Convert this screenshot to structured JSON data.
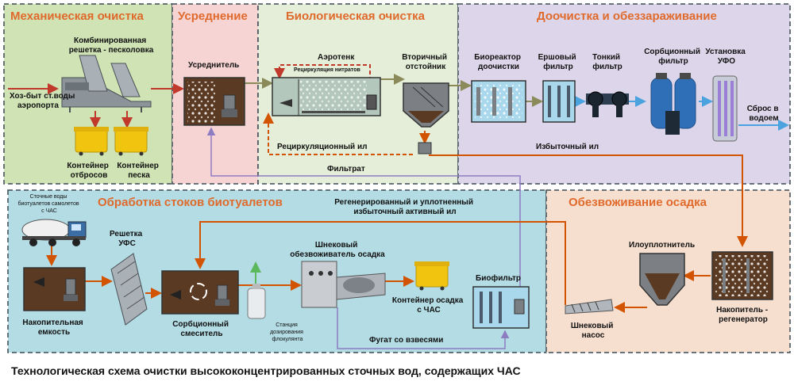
{
  "zones": {
    "mechanical": "Механическая очистка",
    "averaging": "Усреднение",
    "biological": "Биологическая очистка",
    "posttreatment": "Доочистка и обеззараживание",
    "biotoilet": "Обработка стоков биотуалетов",
    "dewatering": "Обезвоживание осадка"
  },
  "labels": {
    "screen": [
      "Комбинированная",
      "решетка - песколовка"
    ],
    "inlet": [
      "Хоз-быт ст.воды",
      "аэропорта"
    ],
    "waste_container": [
      "Контейнер",
      "отбросов"
    ],
    "sand_container": [
      "Контейнер",
      "песка"
    ],
    "equalizer": "Усреднитель",
    "aerotank": "Аэротенк",
    "nitrate_recirc": "Рециркуляция нитратов",
    "clarifier": [
      "Вторичный",
      "отстойник"
    ],
    "sludge_recirc": "Рециркуляционный ил",
    "filtrate": "Фильтрат",
    "bioreactor": [
      "Биореактор",
      "доочистки"
    ],
    "brush_filter": [
      "Ершовый",
      "фильтр"
    ],
    "fine_filter": [
      "Тонкий",
      "фильтр"
    ],
    "sorption_filter": [
      "Сорбционный",
      "фильтр"
    ],
    "uv_unit": [
      "Установка",
      "УФО"
    ],
    "discharge": [
      "Сброс в",
      "водоем"
    ],
    "excess_sludge": "Избыточный ил",
    "regenerated_sludge": [
      "Регенерированный и уплотненный",
      "избыточный активный ил"
    ],
    "toilet_wastewater": [
      "Сточные воды",
      "биотуалетов самолетов",
      "с ЧАС"
    ],
    "ufs_screen": [
      "Решетка",
      "УФС"
    ],
    "storage_tank": [
      "Накопительная",
      "емкость"
    ],
    "sorption_mixer": [
      "Сорбционный",
      "смеситель"
    ],
    "dosing_station": [
      "Станция",
      "дозирования",
      "флокулянта"
    ],
    "screw_dewaterer": [
      "Шнековый",
      "обезвоживатель осадка"
    ],
    "sludge_container": [
      "Контейнер осадка",
      "с ЧАС"
    ],
    "centrate": "Фугат со взвесями",
    "biofilter": "Биофильтр",
    "screw_pump": [
      "Шнековый",
      "насос"
    ],
    "thickener": "Илоуплотнитель",
    "regenerator": [
      "Накопитель -",
      "регенератор"
    ]
  },
  "caption": "Технологическая схема очистки высококонцентрированных сточных вод, содержащих ЧАС",
  "colors": {
    "zone_mechanical": "#cfe3b4",
    "zone_averaging": "#f7d4d4",
    "zone_biological": "#e4eed8",
    "zone_posttreatment": "#ddd6ea",
    "zone_biotoilet": "#b3dce4",
    "zone_dewatering": "#f6dfcf",
    "title_orange": "#e06a2c",
    "main_flow": "#c0392b",
    "olive_flow": "#8a8a5a",
    "purple_flow": "#8e7cc3",
    "orange_flow": "#d35400",
    "blue_flow": "#4aa3df",
    "green_flow": "#5cb85c",
    "sludge": "#5a3a22",
    "water": "#a9d7ec",
    "container_yellow": "#f1c40f"
  }
}
